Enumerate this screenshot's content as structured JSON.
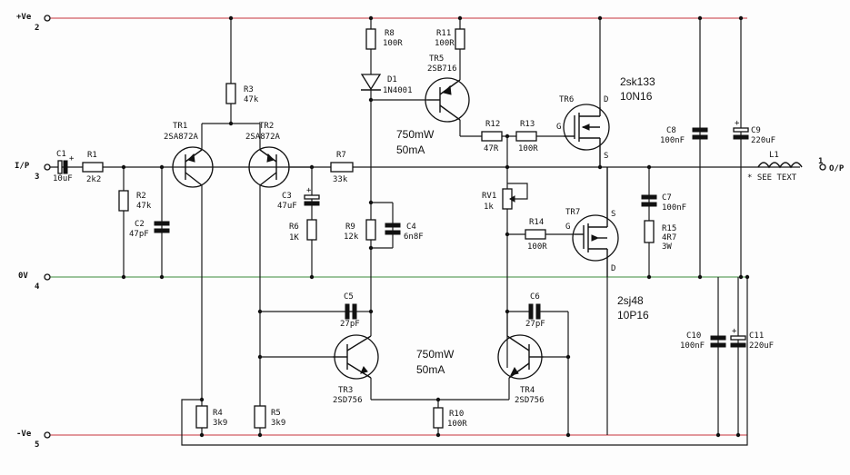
{
  "rails": {
    "pos_label": "+Ve",
    "pos_pin": "2",
    "zero_label": "0V",
    "zero_pin": "4",
    "neg_label": "-Ve",
    "neg_pin": "5",
    "input_label": "I/P",
    "input_pin": "3",
    "output_label": "O/P",
    "output_pin": "1",
    "see_text": "* SEE TEXT"
  },
  "resistors": [
    {
      "ref": "R1",
      "value": "2k2"
    },
    {
      "ref": "R2",
      "value": "47k"
    },
    {
      "ref": "R3",
      "value": "47k"
    },
    {
      "ref": "R4",
      "value": "3k9"
    },
    {
      "ref": "R5",
      "value": "3k9"
    },
    {
      "ref": "R6",
      "value": "1K"
    },
    {
      "ref": "R7",
      "value": "33k"
    },
    {
      "ref": "R8",
      "value": "100R"
    },
    {
      "ref": "R9",
      "value": "12k"
    },
    {
      "ref": "R10",
      "value": "100R"
    },
    {
      "ref": "R11",
      "value": "100R"
    },
    {
      "ref": "R12",
      "value": "47R"
    },
    {
      "ref": "R13",
      "value": "100R"
    },
    {
      "ref": "R14",
      "value": "100R"
    },
    {
      "ref": "R15",
      "value": "4R7"
    },
    {
      "ref": "RV1",
      "value": "1k"
    }
  ],
  "r15_power": "3W",
  "capacitors": [
    {
      "ref": "C1",
      "value": "10uF"
    },
    {
      "ref": "C2",
      "value": "47pF"
    },
    {
      "ref": "C3",
      "value": "47uF"
    },
    {
      "ref": "C4",
      "value": "6n8F"
    },
    {
      "ref": "C5",
      "value": "27pF"
    },
    {
      "ref": "C6",
      "value": "27pF"
    },
    {
      "ref": "C7",
      "value": "100nF"
    },
    {
      "ref": "C8",
      "value": "100nF"
    },
    {
      "ref": "C9",
      "value": "220uF"
    },
    {
      "ref": "C10",
      "value": "100nF"
    },
    {
      "ref": "C11",
      "value": "220uF"
    }
  ],
  "transistors": [
    {
      "ref": "TR1",
      "part": "2SA872A"
    },
    {
      "ref": "TR2",
      "part": "2SA872A"
    },
    {
      "ref": "TR3",
      "part": "2SD756"
    },
    {
      "ref": "TR4",
      "part": "2SD756"
    },
    {
      "ref": "TR5",
      "part": "2SB716"
    },
    {
      "ref": "TR6",
      "part": ""
    },
    {
      "ref": "TR7",
      "part": ""
    }
  ],
  "diode": {
    "ref": "D1",
    "part": "1N4001"
  },
  "inductor": {
    "ref": "L1"
  },
  "mosfet_pins": {
    "g": "G",
    "d": "D",
    "s": "S"
  },
  "annotations": {
    "tr5_rating_1": "750mW",
    "tr5_rating_2": "50mA",
    "tr3_rating_1": "750mW",
    "tr3_rating_2": "50mA",
    "tr6_part_1": "2sk133",
    "tr6_part_2": "10N16",
    "tr7_part_1": "2sj48",
    "tr7_part_2": "10P16"
  }
}
